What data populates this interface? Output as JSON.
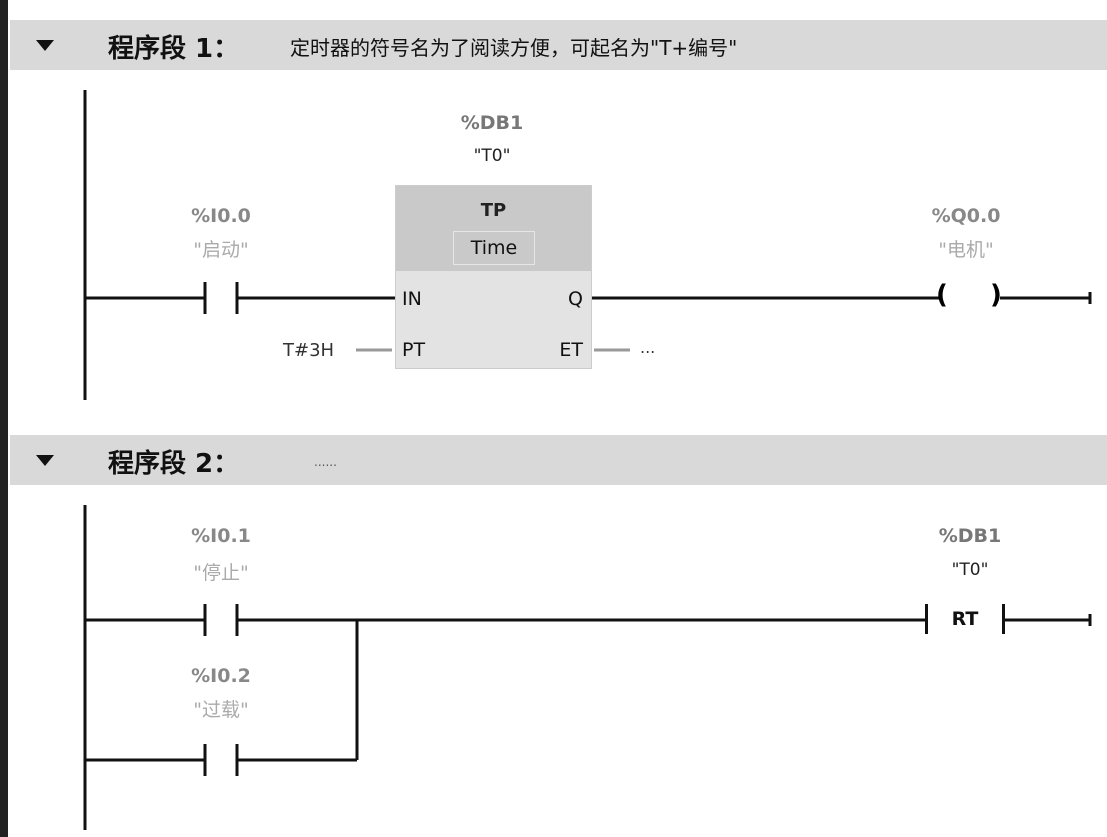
{
  "networks": [
    {
      "title": "程序段 1：",
      "comment": "定时器的符号名为了阅读方便，可起名为\"T+编号\"",
      "contact": {
        "address": "%I0.0",
        "symbol": "\"启动\""
      },
      "timer": {
        "db_address": "%DB1",
        "db_symbol": "\"T0\"",
        "type": "TP",
        "data_type": "Time",
        "pins": {
          "in": "IN",
          "pt": "PT",
          "q": "Q",
          "et": "ET"
        },
        "pt_value": "T#3H",
        "et_value": "..."
      },
      "coil": {
        "address": "%Q0.0",
        "symbol": "\"电机\"",
        "glyph_left": "(",
        "glyph_right": ")"
      }
    },
    {
      "title": "程序段 2：",
      "comment": "......",
      "contact1": {
        "address": "%I0.1",
        "symbol": "\"停止\""
      },
      "contact2": {
        "address": "%I0.2",
        "symbol": "\"过载\""
      },
      "reset": {
        "db_address": "%DB1",
        "db_symbol": "\"T0\"",
        "label": "RT"
      }
    }
  ]
}
